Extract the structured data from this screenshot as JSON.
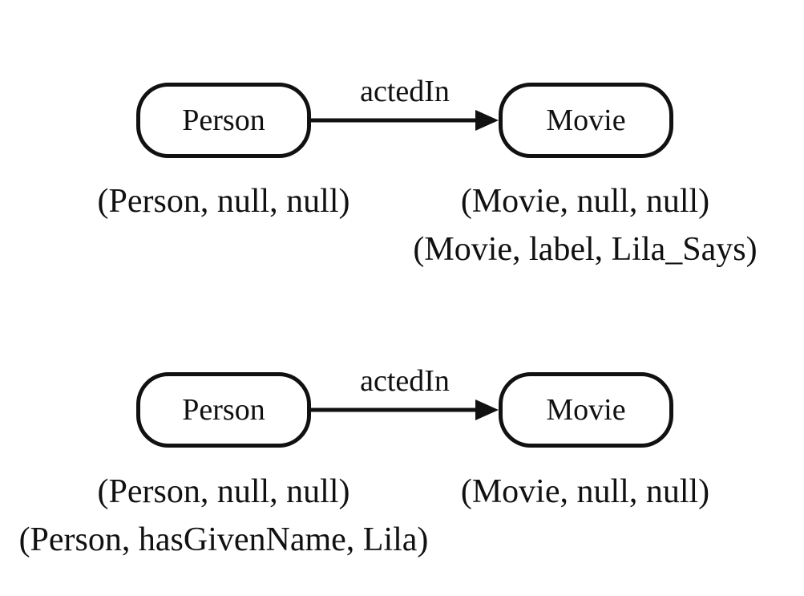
{
  "colors": {
    "ink": "#111111",
    "background": "#ffffff"
  },
  "diagrams": [
    {
      "source_label": "Person",
      "edge_label": "actedIn",
      "target_label": "Movie",
      "source_annotations": [
        "(Person, null, null)"
      ],
      "target_annotations": [
        "(Movie, null, null)",
        "(Movie, label, Lila_Says)"
      ]
    },
    {
      "source_label": "Person",
      "edge_label": "actedIn",
      "target_label": "Movie",
      "source_annotations": [
        "(Person, null, null)",
        "(Person, hasGivenName, Lila)"
      ],
      "target_annotations": [
        "(Movie, null, null)"
      ]
    }
  ]
}
